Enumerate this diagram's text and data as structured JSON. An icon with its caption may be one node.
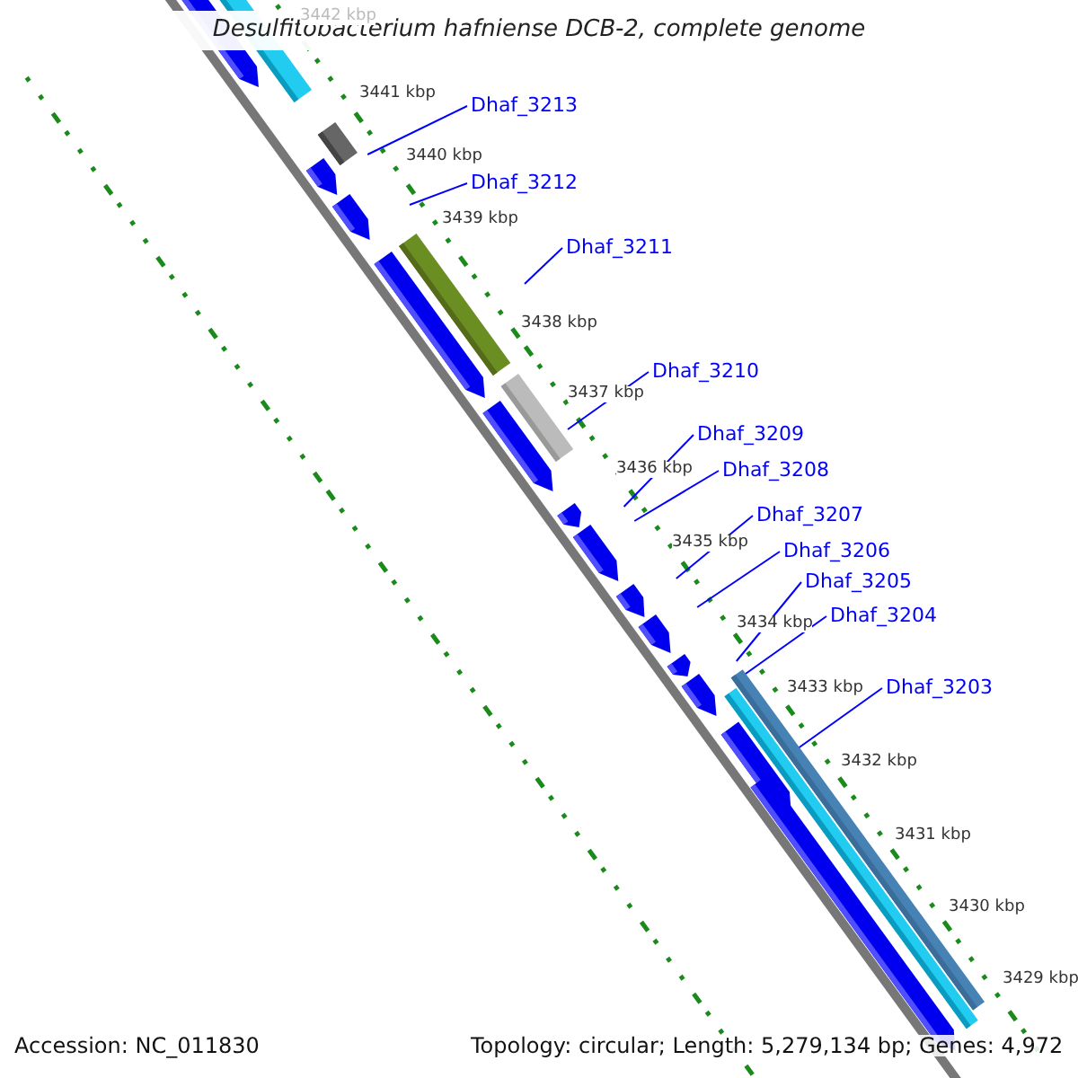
{
  "diagram": {
    "title": "Desulfitobacterium hafniense DCB-2, complete genome",
    "nodes": [
      {
        "text": [
          "Dhaf_3213"
        ]
      },
      {
        "text": [
          "Dhaf_3212"
        ]
      },
      {
        "text": [
          "Dhaf_3211"
        ]
      },
      {
        "text": [
          "Dhaf_3210"
        ]
      },
      {
        "text": [
          "Dhaf_3209"
        ]
      },
      {
        "text": [
          "Dhaf_3208"
        ]
      },
      {
        "text": [
          "Dhaf_3207"
        ]
      },
      {
        "text": [
          "Dhaf_3206"
        ]
      },
      {
        "text": [
          "Dhaf_3205"
        ]
      },
      {
        "text": [
          "Dhaf_3204"
        ]
      },
      {
        "text": [
          "Dhaf_3203"
        ]
      }
    ],
    "edges": [
      {
        "from": 0,
        "to": null,
        "arrow": "none"
      },
      {
        "from": 1,
        "to": null,
        "arrow": "none"
      },
      {
        "from": 2,
        "to": null,
        "arrow": "none"
      },
      {
        "from": 3,
        "to": null,
        "arrow": "none"
      },
      {
        "from": 4,
        "to": null,
        "arrow": "none"
      },
      {
        "from": 5,
        "to": null,
        "arrow": "none"
      },
      {
        "from": 6,
        "to": null,
        "arrow": "none"
      },
      {
        "from": 7,
        "to": null,
        "arrow": "none"
      },
      {
        "from": 8,
        "to": null,
        "arrow": "none"
      },
      {
        "from": 9,
        "to": null,
        "arrow": "none"
      },
      {
        "from": 10,
        "to": null,
        "arrow": "none"
      }
    ],
    "labels": [
      "3442 kbp",
      "3441 kbp",
      "3440 kbp",
      "3439 kbp",
      "3438 kbp",
      "3437 kbp",
      "3436 kbp",
      "3435 kbp",
      "3434 kbp",
      "3433 kbp",
      "3432 kbp",
      "3431 kbp",
      "3430 kbp",
      "3429 kbp",
      "Accession: NC_011830",
      "Topology: circular; Length: 5,279,134 bp; Genes: 4,972"
    ]
  }
}
